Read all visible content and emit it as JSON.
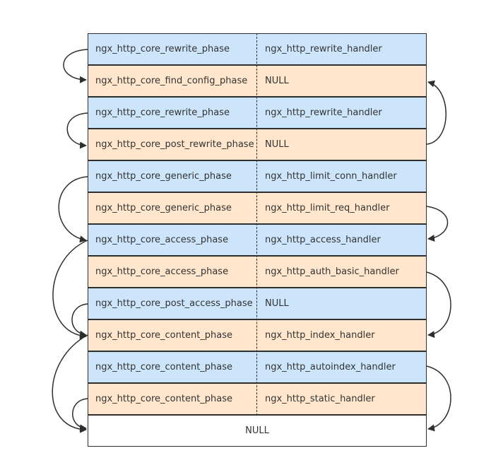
{
  "rows": [
    {
      "phase": "ngx_http_core_rewrite_phase",
      "handler": "ngx_http_rewrite_handler",
      "color": "blue"
    },
    {
      "phase": "ngx_http_core_find_config_phase",
      "handler": "NULL",
      "color": "peach"
    },
    {
      "phase": "ngx_http_core_rewrite_phase",
      "handler": "ngx_http_rewrite_handler",
      "color": "blue"
    },
    {
      "phase": "ngx_http_core_post_rewrite_phase",
      "handler": "NULL",
      "color": "peach"
    },
    {
      "phase": "ngx_http_core_generic_phase",
      "handler": "ngx_http_limit_conn_handler",
      "color": "blue"
    },
    {
      "phase": "ngx_http_core_generic_phase",
      "handler": "ngx_http_limit_req_handler",
      "color": "peach"
    },
    {
      "phase": "ngx_http_core_access_phase",
      "handler": "ngx_http_access_handler",
      "color": "blue"
    },
    {
      "phase": "ngx_http_core_access_phase",
      "handler": "ngx_http_auth_basic_handler",
      "color": "peach"
    },
    {
      "phase": "ngx_http_core_post_access_phase",
      "handler": "NULL",
      "color": "blue"
    },
    {
      "phase": "ngx_http_core_content_phase",
      "handler": "ngx_http_index_handler",
      "color": "peach"
    },
    {
      "phase": "ngx_http_core_content_phase",
      "handler": "ngx_http_autoindex_handler",
      "color": "blue"
    },
    {
      "phase": "ngx_http_core_content_phase",
      "handler": "ngx_http_static_handler",
      "color": "peach"
    }
  ],
  "terminal": "NULL",
  "colors": {
    "blue": "#cce5fb",
    "peach": "#ffe6cc",
    "border": "#2e2e2e"
  }
}
